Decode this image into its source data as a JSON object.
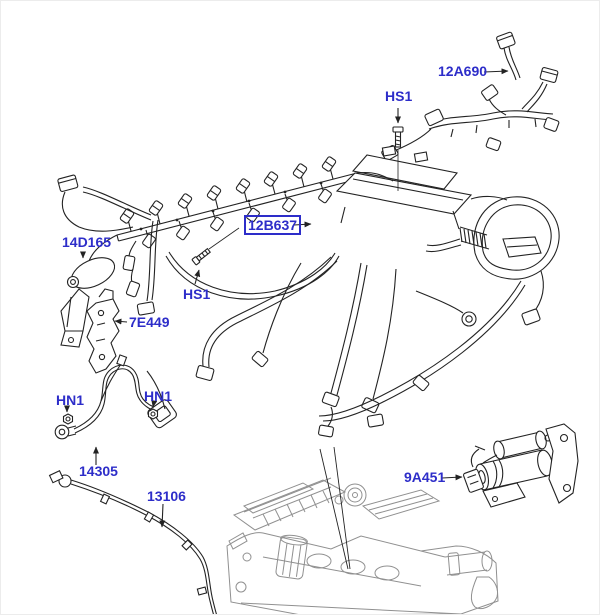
{
  "diagram": {
    "type": "parts-exploded-diagram",
    "subject": "engine wiring harness",
    "colors": {
      "label": "#2d2dc9",
      "line": "#232323",
      "engine_line": "#909090",
      "background": "#ffffff"
    },
    "labels": [
      {
        "key": "12A690",
        "text": "12A690",
        "boxed": false
      },
      {
        "key": "HS1_top",
        "text": "HS1",
        "boxed": false
      },
      {
        "key": "12B637",
        "text": "12B637",
        "boxed": true
      },
      {
        "key": "14D165",
        "text": "14D165",
        "boxed": false
      },
      {
        "key": "HS1_left",
        "text": "HS1",
        "boxed": false
      },
      {
        "key": "7E449",
        "text": "7E449",
        "boxed": false
      },
      {
        "key": "HN1_left",
        "text": "HN1",
        "boxed": false
      },
      {
        "key": "HN1_right",
        "text": "HN1",
        "boxed": false
      },
      {
        "key": "14305",
        "text": "14305",
        "boxed": false
      },
      {
        "key": "13106",
        "text": "13106",
        "boxed": false
      },
      {
        "key": "9A451",
        "text": "9A451",
        "boxed": false
      }
    ]
  }
}
